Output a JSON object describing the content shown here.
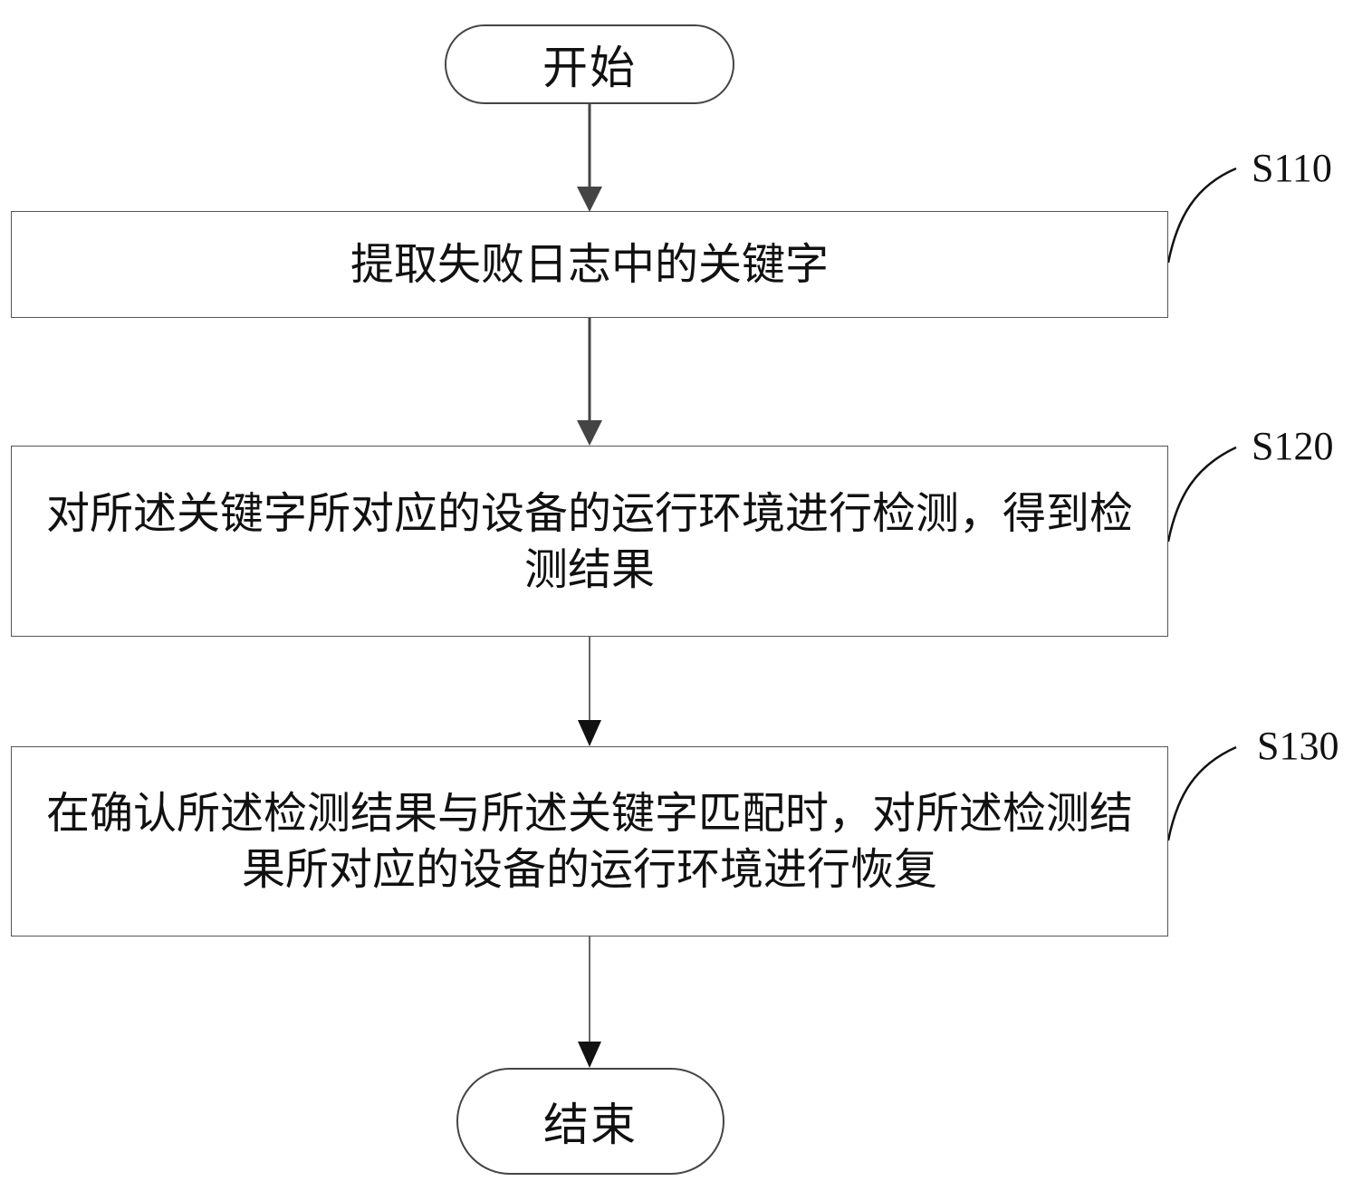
{
  "diagram": {
    "type": "flowchart",
    "start": {
      "label": "开始"
    },
    "end": {
      "label": "结束"
    },
    "steps": [
      {
        "id": "S110",
        "text": "提取失败日志中的关键字"
      },
      {
        "id": "S120",
        "text": "对所述关键字所对应的设备的运行环境进行检测，得到检测结果"
      },
      {
        "id": "S130",
        "text": "在确认所述检测结果与所述关键字匹配时，对所述检测结果所对应的设备的运行环境进行恢复"
      }
    ],
    "edges": [
      {
        "from": "start",
        "to": "S110"
      },
      {
        "from": "S110",
        "to": "S120"
      },
      {
        "from": "S120",
        "to": "S130"
      },
      {
        "from": "S130",
        "to": "end"
      }
    ],
    "colors": {
      "line": "#444444",
      "text": "#111111",
      "background": "#ffffff"
    }
  }
}
